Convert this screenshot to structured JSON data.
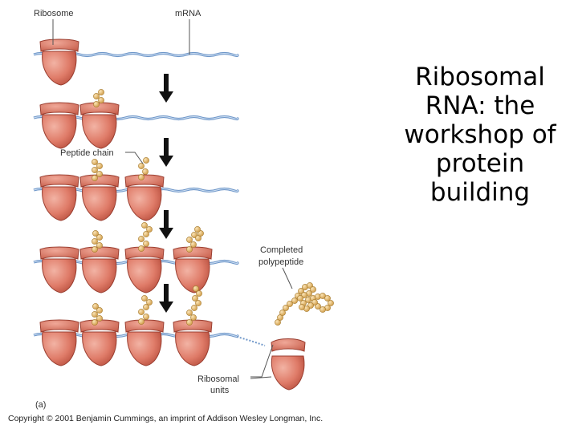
{
  "labels": {
    "ribosome": "Ribosome",
    "mrna": "mRNA",
    "peptide_chain": "Peptide chain",
    "completed_line1": "Completed",
    "completed_line2": "polypeptide",
    "ribosomal_line1": "Ribosomal",
    "ribosomal_line2": "units",
    "panel": "(a)"
  },
  "title": "Ribosomal RNA: the workshop of protein building",
  "copyright": "Copyright © 2001 Benjamin Cummings, an imprint of Addison Wesley Longman, Inc.",
  "colors": {
    "ribosome_fill": "#e0806e",
    "ribosome_stroke": "#9a3e30",
    "mrna": "#6f97c9",
    "bead": "#e5b86a",
    "bead_stroke": "#a57a2c"
  }
}
